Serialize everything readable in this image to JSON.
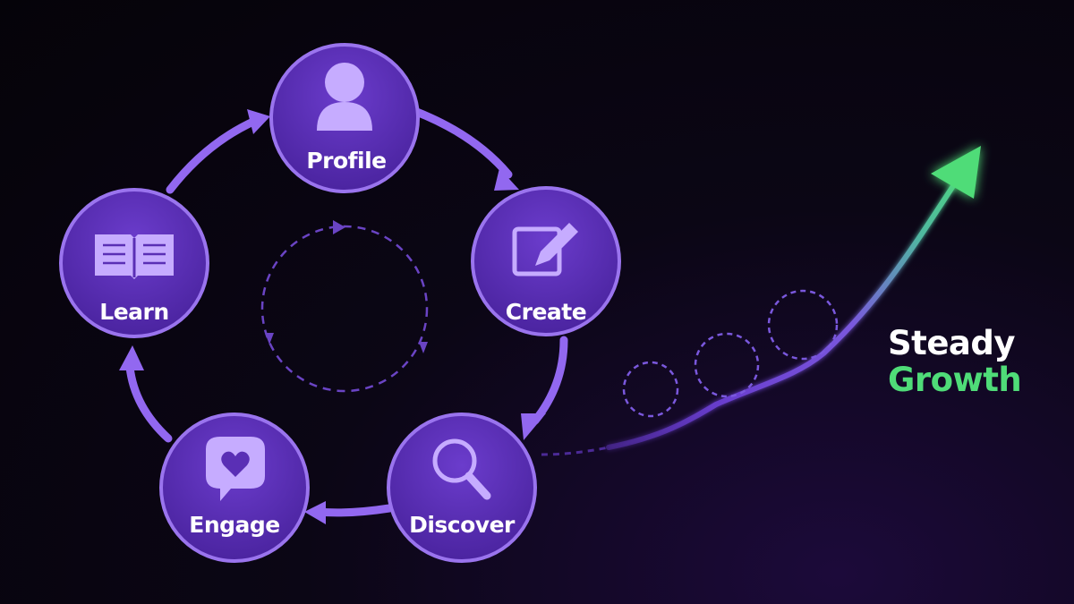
{
  "nodes": [
    {
      "id": "profile",
      "label": "Profile",
      "icon": "person-icon"
    },
    {
      "id": "create",
      "label": "Create",
      "icon": "edit-icon"
    },
    {
      "id": "discover",
      "label": "Discover",
      "icon": "search-icon"
    },
    {
      "id": "engage",
      "label": "Engage",
      "icon": "heart-chat-icon"
    },
    {
      "id": "learn",
      "label": "Learn",
      "icon": "book-icon"
    }
  ],
  "tagline": {
    "line1": "Steady",
    "line2": "Growth"
  },
  "colors": {
    "node_fill": "#5a2fb5",
    "node_ring": "#9a74ee",
    "cycle_arrow": "#9268f0",
    "icon": "#c6acff",
    "growth_accent": "#4fdc78",
    "text": "#ffffff"
  }
}
